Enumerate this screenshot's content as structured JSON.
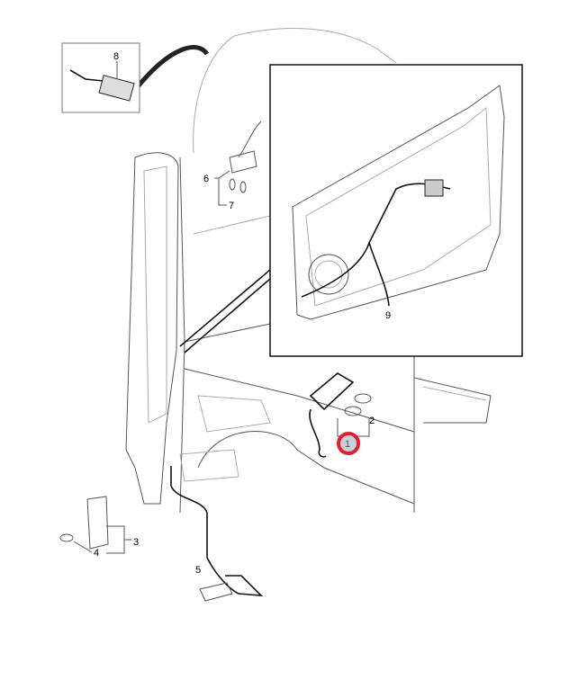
{
  "diagram": {
    "callouts": [
      {
        "id": "1",
        "highlighted": true
      },
      {
        "id": "2"
      },
      {
        "id": "3"
      },
      {
        "id": "4"
      },
      {
        "id": "5"
      },
      {
        "id": "6"
      },
      {
        "id": "7"
      },
      {
        "id": "8"
      },
      {
        "id": "9"
      }
    ],
    "highlight_color": "#e0202a",
    "highlight_fill": "#c8d0dc"
  }
}
